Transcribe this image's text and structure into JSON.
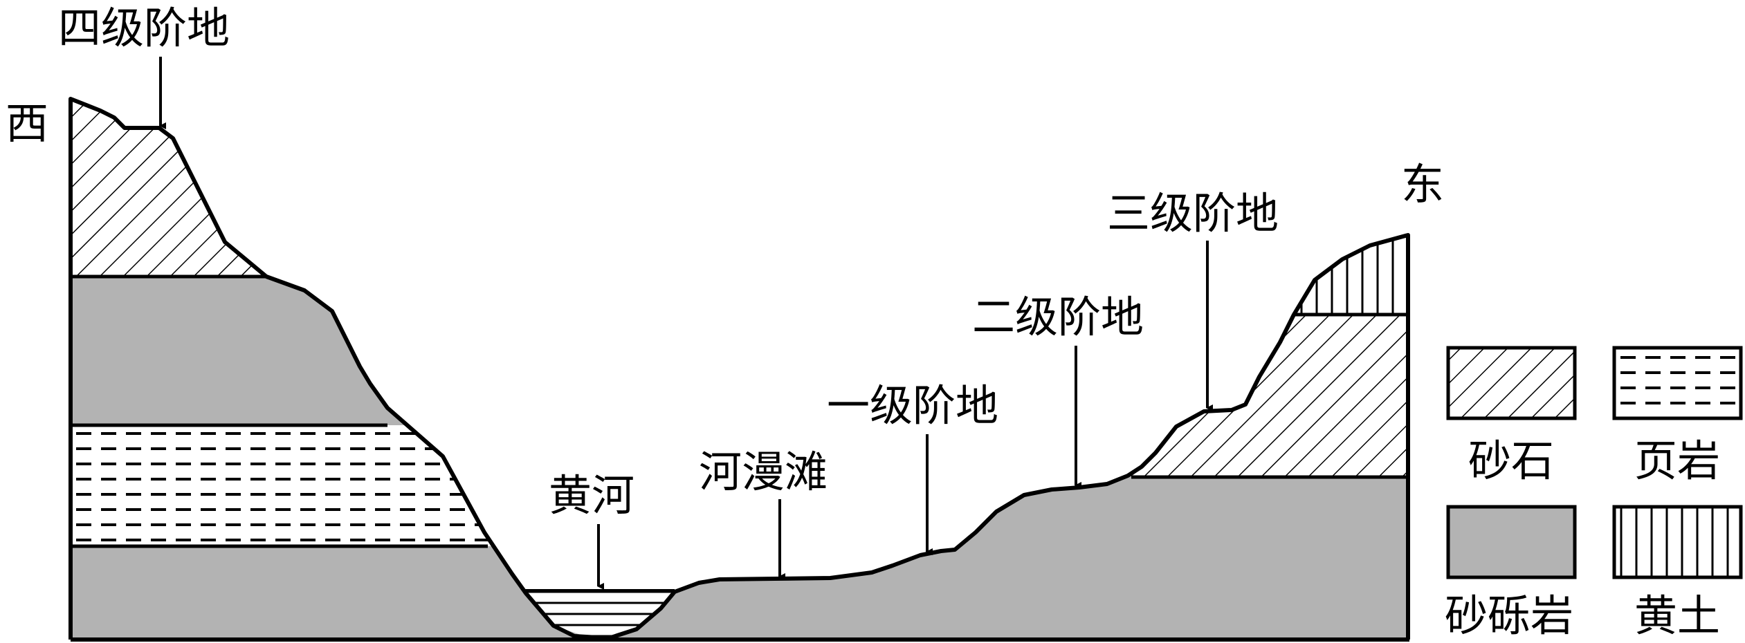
{
  "directions": {
    "west": "西",
    "east": "东"
  },
  "landform_labels": {
    "terrace4": "四级阶地",
    "terrace3": "三级阶地",
    "terrace2": "二级阶地",
    "terrace1": "一级阶地",
    "floodplain": "河漫滩",
    "river": "黄河"
  },
  "legend": {
    "items": [
      {
        "label": "砂石",
        "pattern": "diagonal-hatch"
      },
      {
        "label": "页岩",
        "pattern": "dashed-horizontal"
      },
      {
        "label": "砂砾岩",
        "pattern": "gray-fill"
      },
      {
        "label": "黄土",
        "pattern": "vertical-lines"
      }
    ]
  },
  "colors": {
    "gravel_rock_fill": "#b3b3b3",
    "line": "#000000",
    "background": "#ffffff"
  }
}
